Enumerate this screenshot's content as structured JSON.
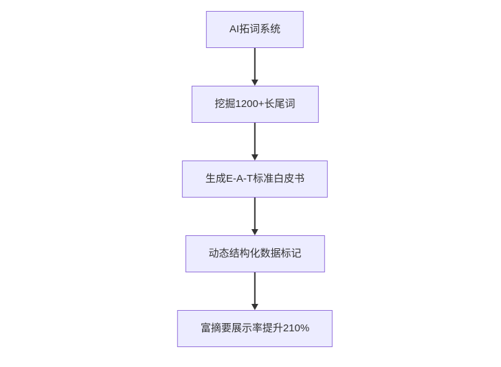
{
  "diagram": {
    "type": "flowchart",
    "direction": "top-down",
    "nodes": [
      {
        "id": "n1",
        "label": "AI拓词系统"
      },
      {
        "id": "n2",
        "label": "挖掘1200+长尾词"
      },
      {
        "id": "n3",
        "label": "生成E-A-T标准白皮书"
      },
      {
        "id": "n4",
        "label": "动态结构化数据标记"
      },
      {
        "id": "n5",
        "label": "富摘要展示率提升210%"
      }
    ],
    "edges": [
      {
        "from": "n1",
        "to": "n2"
      },
      {
        "from": "n2",
        "to": "n3"
      },
      {
        "from": "n3",
        "to": "n4"
      },
      {
        "from": "n4",
        "to": "n5"
      }
    ],
    "colors": {
      "node_fill": "#ECECFF",
      "node_border": "#9370DB",
      "arrow": "#333333",
      "text": "#333333",
      "background": "#FFFFFF"
    }
  }
}
